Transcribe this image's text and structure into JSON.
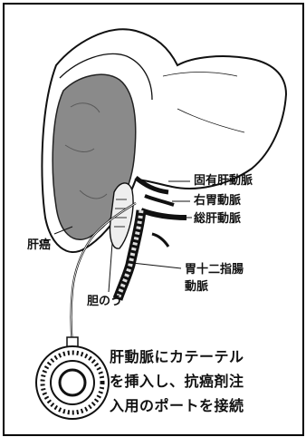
{
  "labels": {
    "proper_hepatic_artery": "固有肝動脈",
    "right_gastric_artery": "右胃動脈",
    "common_hepatic_artery": "総肝動脈",
    "gastroduodenal_artery_line1": "胃十二指腸",
    "gastroduodenal_artery_line2": "動脈",
    "liver_cancer": "肝癌",
    "gallbladder": "胆のう"
  },
  "caption": {
    "line1": "肝動脈にカテーテル",
    "line2": "を挿入し、抗癌剤注",
    "line3": "入用のポートを接続"
  },
  "colors": {
    "ink": "#111111",
    "tumor_fill": "#8a8a8a",
    "background": "#ffffff"
  }
}
